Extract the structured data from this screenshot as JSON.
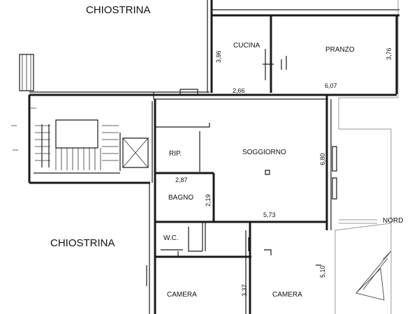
{
  "rooms": {
    "chiostrina_top": "CHIOSTRINA",
    "chiostrina_left": "CHIOSTRINA",
    "cucina": "CUCINA",
    "pranzo": "PRANZO",
    "rip": "RIP.",
    "soggiorno": "SOGGIORNO",
    "bagno": "BAGNO",
    "wc": "W.C.",
    "camera_left": "CAMERA",
    "camera_right": "CAMERA"
  },
  "dimensions": {
    "cucina_h": "3,96",
    "pranzo_h": "3,76",
    "cucina_w": "2,66",
    "pranzo_w": "6,07",
    "soggiorno_h": "6,80",
    "rip_w": "2,87",
    "bagno_h": "2,19",
    "soggiorno_w": "5,73",
    "camera_right_h": "5,10",
    "camera_left_h": "3,37"
  },
  "compass": {
    "label": "NORD"
  }
}
